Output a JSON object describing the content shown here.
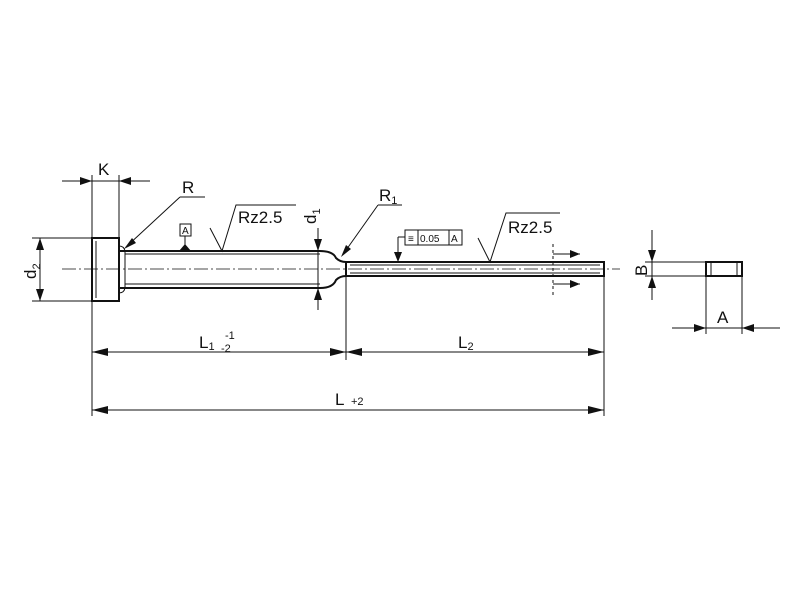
{
  "labels": {
    "K": "K",
    "R": "R",
    "R1_main": "R",
    "R1_sub": "1",
    "d2": "d",
    "d2_sub": "2",
    "d1": "d",
    "d1_sub": "1",
    "Rz_left": "Rz2.5",
    "Rz_right": "Rz2.5",
    "datum": "A",
    "tol_symbol": "≡",
    "tol_value": "0.05",
    "tol_datum": "A",
    "L1_main": "L",
    "L1_sub": "1",
    "L1_tol_upper": "-1",
    "L1_tol_lower": "-2",
    "L2_main": "L",
    "L2_sub": "2",
    "L_main": "L",
    "L_tol": "+2",
    "B": "B",
    "A": "A"
  }
}
